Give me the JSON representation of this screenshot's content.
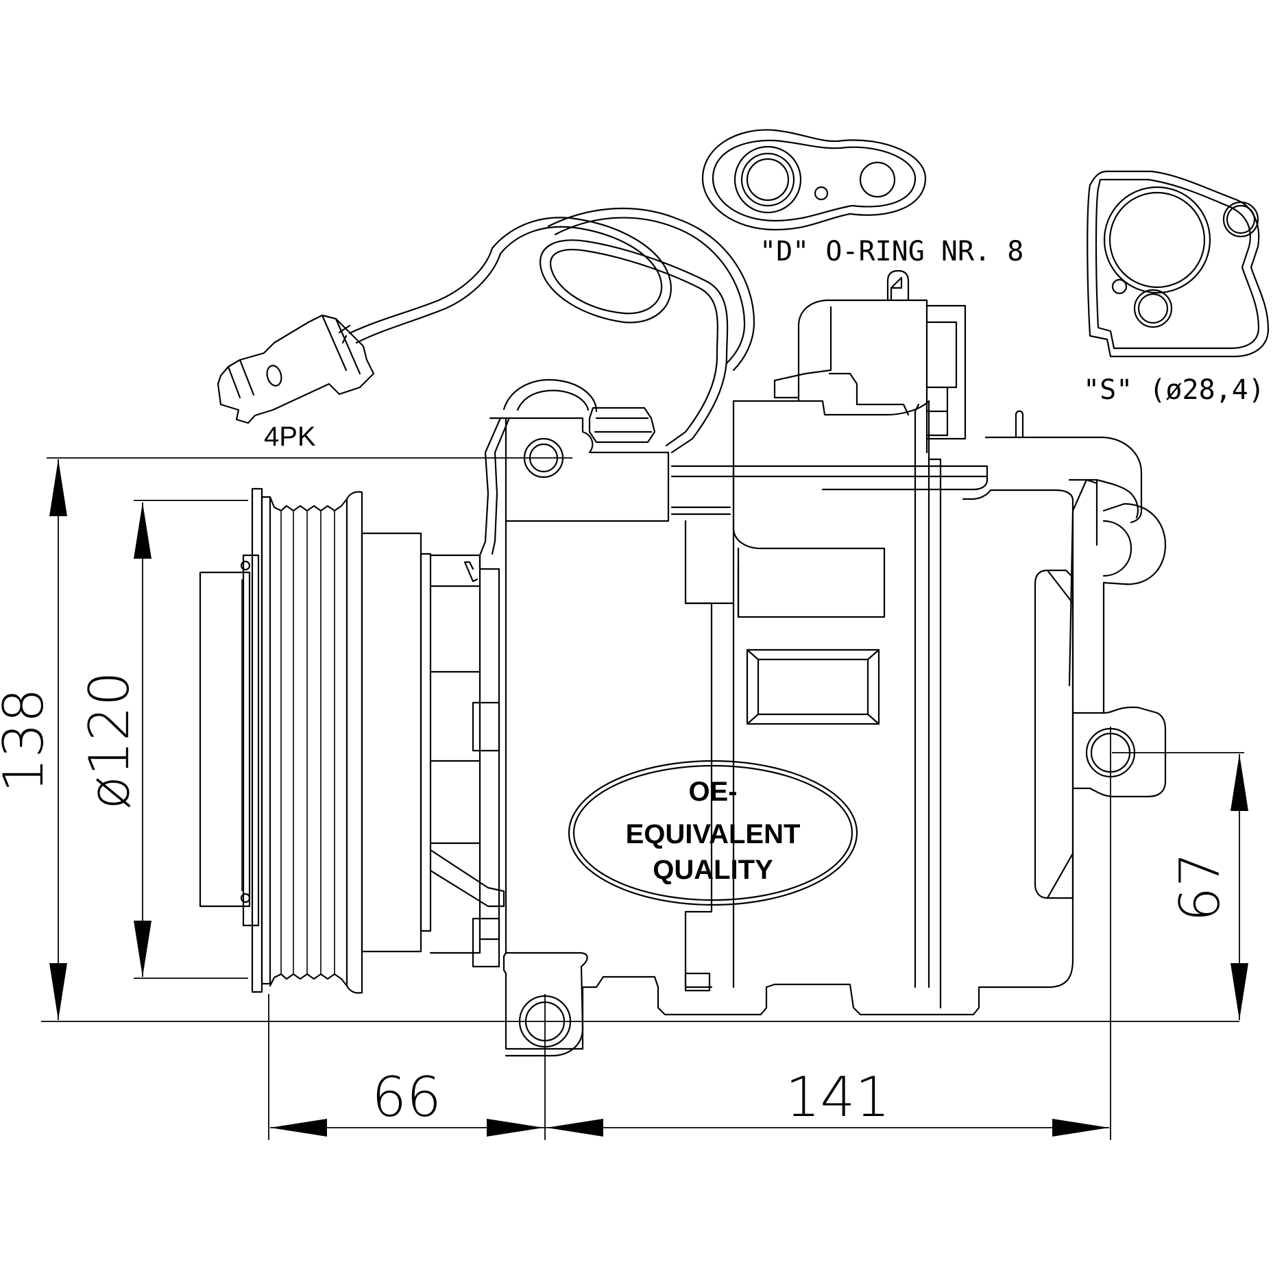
{
  "badge": {
    "line1": "OE-",
    "line2": "EQUIVALENT",
    "line3": "QUALITY"
  },
  "labels": {
    "belt": "4PK",
    "d_port": "\"D\" O-RING NR. 8",
    "s_port": "\"S\" (ø28,4)"
  },
  "dimensions": {
    "height_overall": "138",
    "pulley_diameter": "ø120",
    "pulley_to_mount": "66",
    "mount_spacing": "141",
    "mount_height": "67"
  },
  "icons": [
    "pulley-icon",
    "compressor-body-icon",
    "connector-plug-icon",
    "d-port-fitting-icon",
    "s-port-fitting-icon"
  ]
}
